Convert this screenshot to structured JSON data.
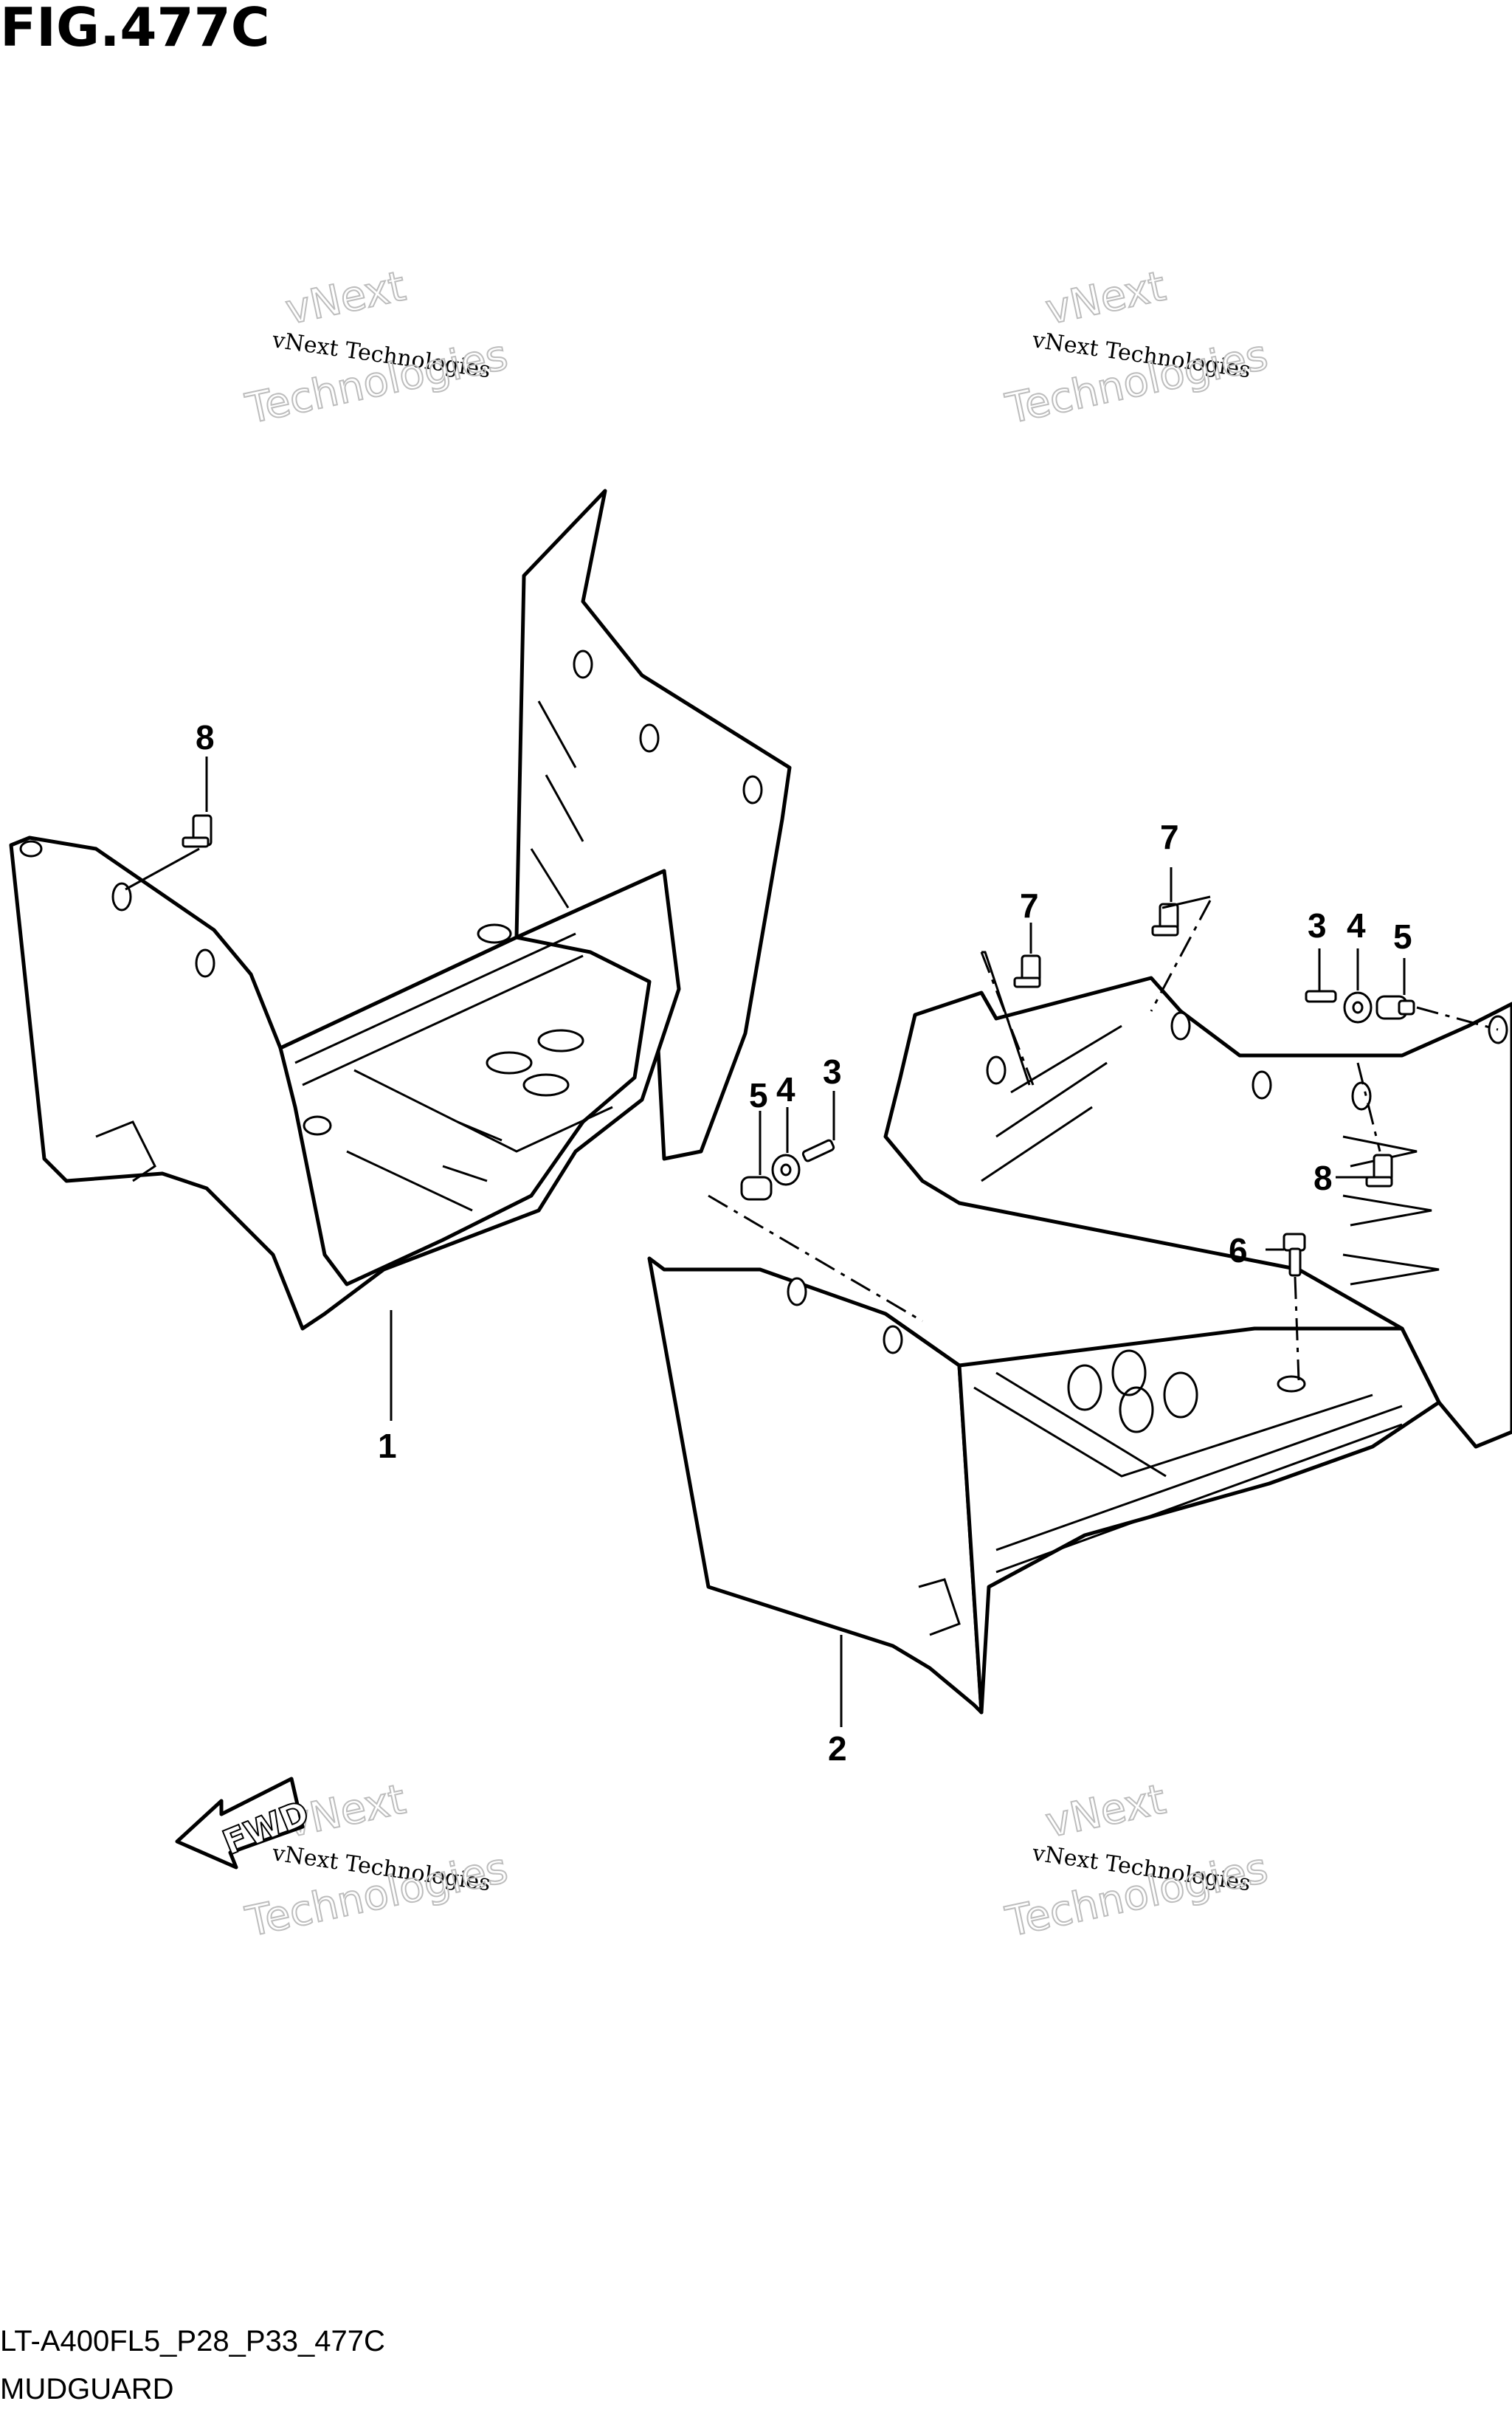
{
  "figure": {
    "title": "FIG.477C",
    "code": "LT-A400FL5_P28_P33_477C",
    "caption": "MUDGUARD"
  },
  "watermark": {
    "line1": "vNext Technologies",
    "line2": "vNext",
    "line3": "Technologies"
  },
  "forward_arrow": {
    "label": "FWD"
  },
  "callouts": {
    "c1": "1",
    "c2": "2",
    "c3a": "3",
    "c3b": "3",
    "c4a": "4",
    "c4b": "4",
    "c5a": "5",
    "c5b": "5",
    "c6": "6",
    "c7a": "7",
    "c7b": "7",
    "c8a": "8",
    "c8b": "8"
  }
}
